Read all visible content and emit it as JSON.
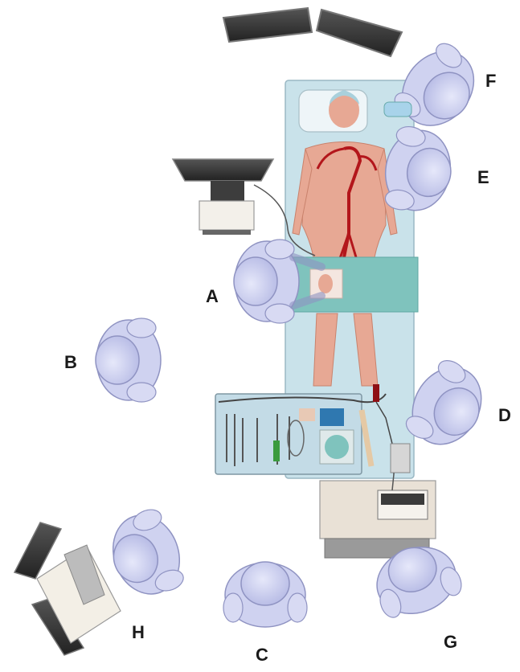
{
  "figure": {
    "labels": {
      "A": "A",
      "B": "B",
      "C": "C",
      "D": "D",
      "E": "E",
      "F": "F",
      "G": "G",
      "H": "H"
    }
  },
  "colors": {
    "table": "#c9e2ea",
    "drape": "#7fc3bd",
    "gown": "#ccd0ef",
    "gown_stroke": "#8f93c2",
    "monitor": "#3b3b3b",
    "skin": "#e7a894",
    "artery": "#b3161b",
    "tray": "#c3dbe6",
    "console": "#e9e1d6",
    "console_dark": "#9a9a9a"
  }
}
